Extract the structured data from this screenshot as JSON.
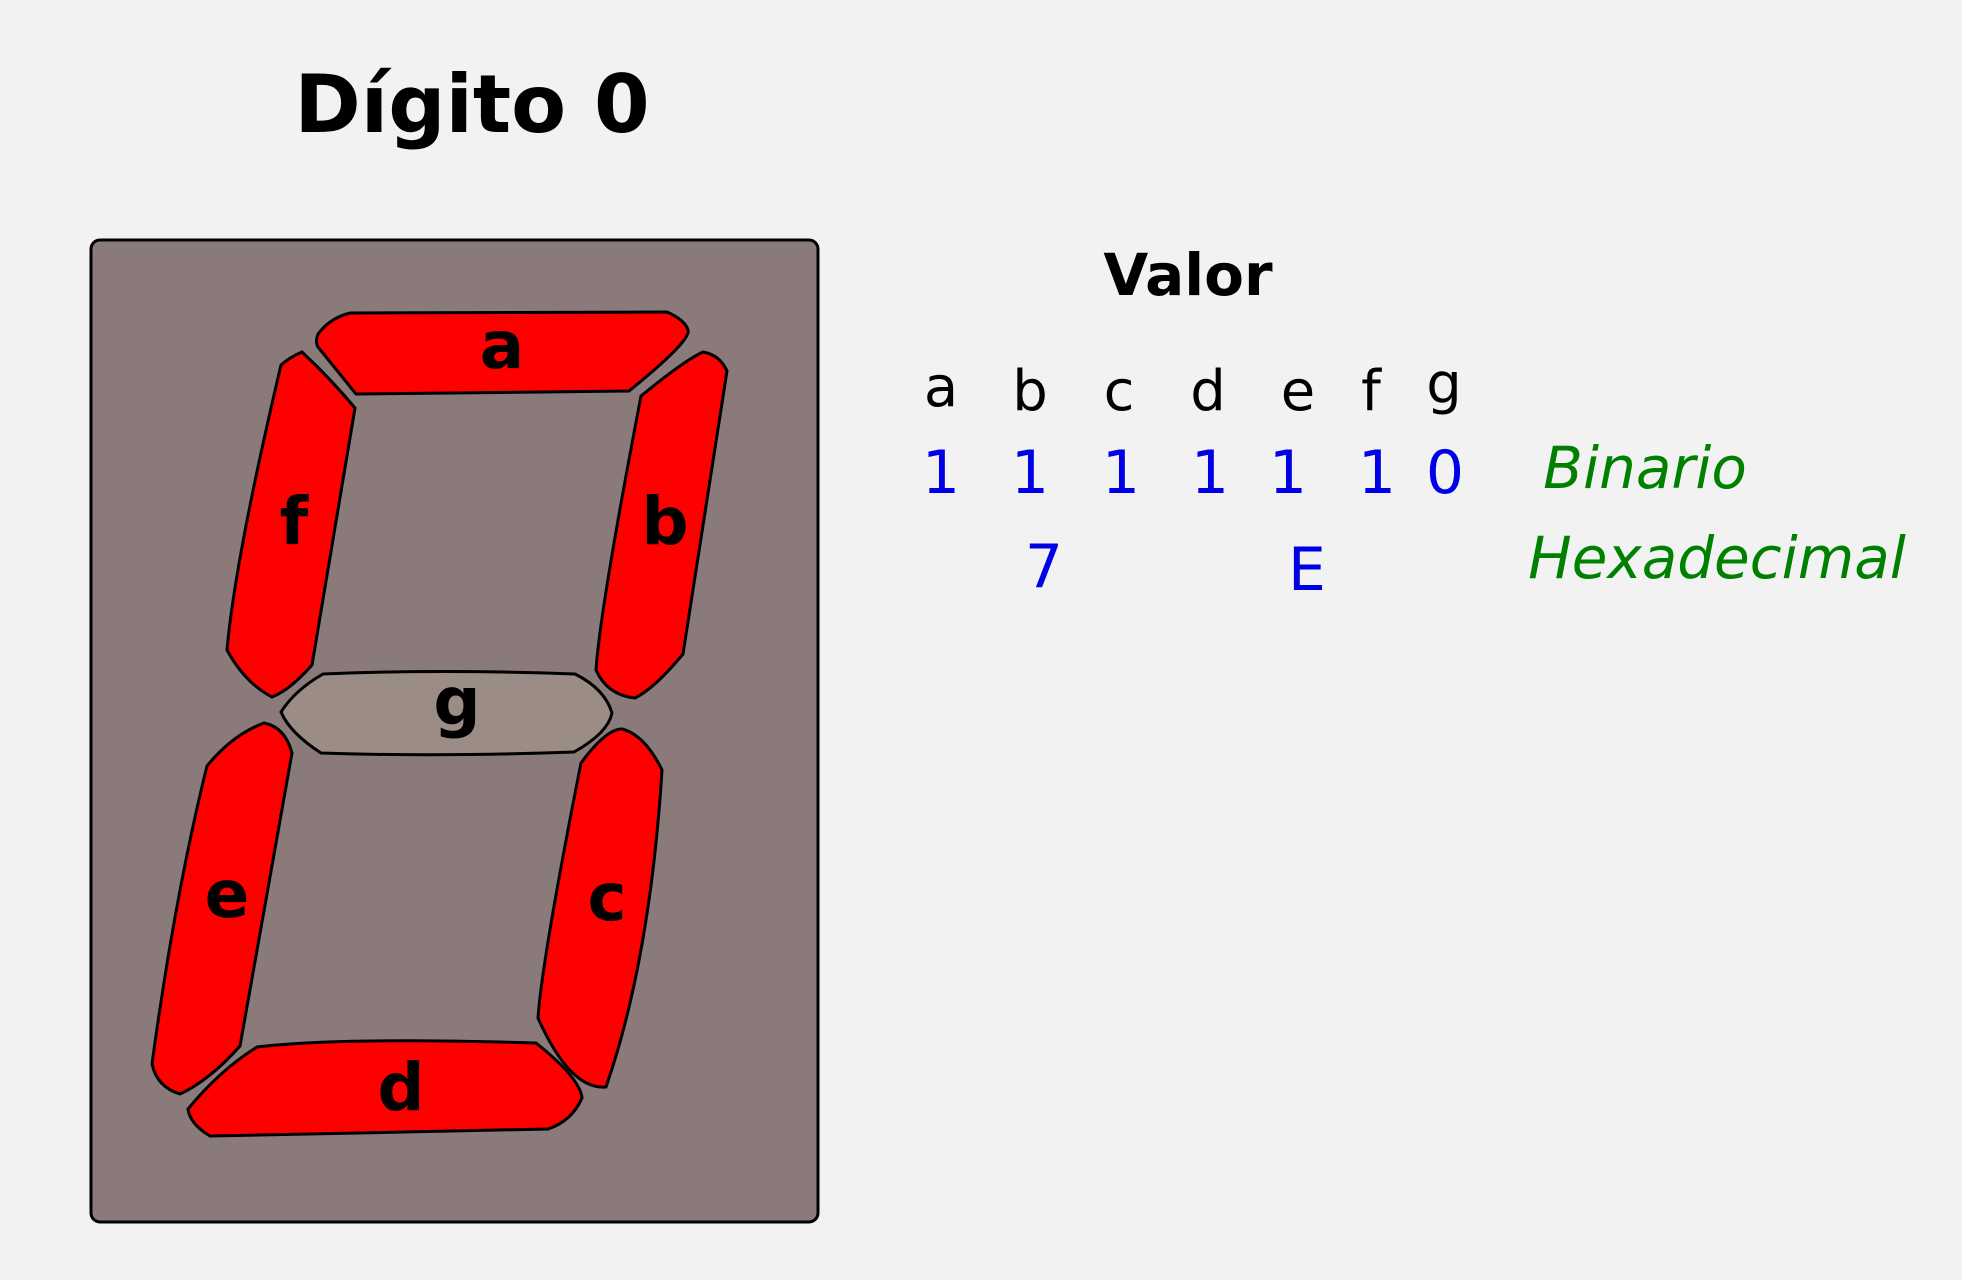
{
  "title": "Dígito 0",
  "display": {
    "segments": [
      {
        "id": "a",
        "label": "a",
        "on": true
      },
      {
        "id": "b",
        "label": "b",
        "on": true
      },
      {
        "id": "c",
        "label": "c",
        "on": true
      },
      {
        "id": "d",
        "label": "d",
        "on": true
      },
      {
        "id": "e",
        "label": "e",
        "on": true
      },
      {
        "id": "f",
        "label": "f",
        "on": true
      },
      {
        "id": "g",
        "label": "g",
        "on": false
      }
    ],
    "colors": {
      "on": "#ff0000",
      "off": "#9b8c86",
      "panel": "#8a7b7a"
    }
  },
  "table": {
    "heading": "Valor",
    "columns": [
      "a",
      "b",
      "c",
      "d",
      "e",
      "f",
      "g"
    ],
    "binary": [
      "1",
      "1",
      "1",
      "1",
      "1",
      "1",
      "0"
    ],
    "binary_label": "Binario",
    "hex": [
      "7",
      "E"
    ],
    "hex_label": "Hexadecimal",
    "value_color": "#0000e6",
    "label_color": "#008000"
  }
}
